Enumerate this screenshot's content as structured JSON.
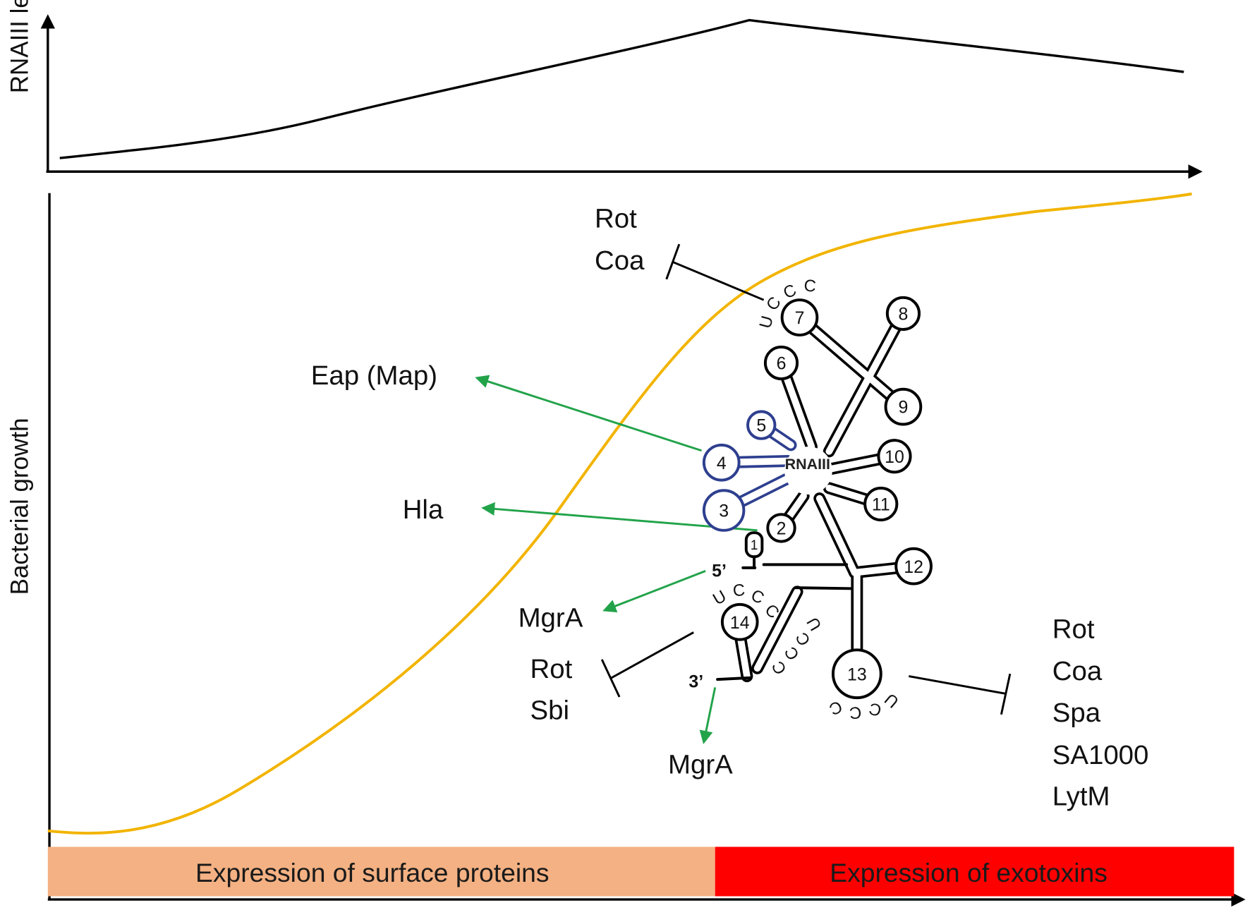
{
  "top_panel": {
    "y_axis_label": "RNAIII level"
  },
  "bottom_panel": {
    "y_axis_label": "Bacterial growth"
  },
  "phases": {
    "surface": "Expression of surface proteins",
    "exotoxins": "Expression of exotoxins"
  },
  "rna": {
    "label": "RNAIII",
    "hairpins": [
      "1",
      "2",
      "3",
      "4",
      "5",
      "6",
      "7",
      "8",
      "9",
      "10",
      "11",
      "12",
      "13",
      "14"
    ],
    "five_prime": "5’",
    "three_prime": "3’",
    "motifs": [
      [
        "U",
        "C",
        "C",
        "C"
      ],
      [
        "U",
        "C",
        "C",
        "C"
      ],
      [
        "U",
        "C",
        "C",
        "C"
      ],
      [
        "U",
        "C",
        "C",
        "C"
      ]
    ]
  },
  "targets": {
    "top_repressed": [
      "Rot",
      "Coa"
    ],
    "eap": "Eap (Map)",
    "hla": "Hla",
    "mgra_left": "MgrA",
    "left_repressed": [
      "Rot",
      "Sbi"
    ],
    "mgra_bottom": "MgrA",
    "right_repressed": [
      "Rot",
      "Coa",
      "Spa",
      "SA1000",
      "LytM"
    ]
  },
  "colors": {
    "growth_curve": "#F2B400",
    "surface_band": "#F4B183",
    "exotoxin_band": "#FF0000",
    "activation_arrow": "#22A34A",
    "blue_hairpins": "#2E3F8F",
    "black": "#000000"
  }
}
